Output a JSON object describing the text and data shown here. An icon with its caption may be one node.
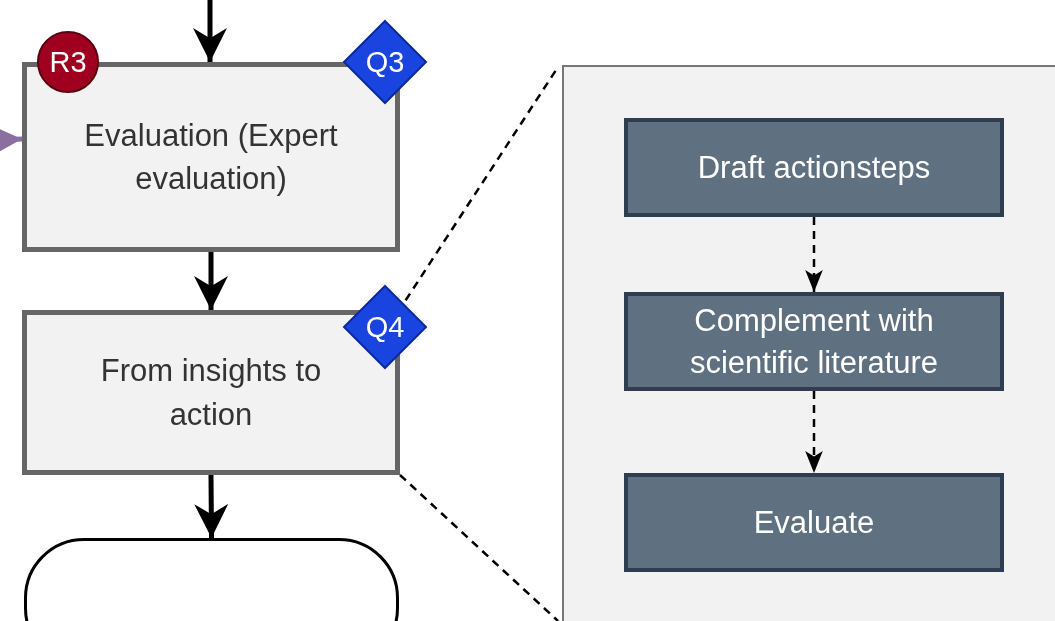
{
  "diagram": {
    "nodes": [
      {
        "text": [
          "R3"
        ]
      },
      {
        "text": [
          "Q3"
        ]
      },
      {
        "text": [
          "Evaluation (Expert evaluation)"
        ]
      },
      {
        "text": [
          "Q4"
        ]
      },
      {
        "text": [
          "From insights to action"
        ]
      },
      {
        "text": [],
        "shape": "terminal"
      },
      {
        "text": [],
        "shape": "box"
      },
      {
        "text": [
          "Draft actionsteps"
        ],
        "in": 6
      },
      {
        "text": [
          "Complement with scientific literature"
        ],
        "in": 6
      },
      {
        "text": [
          "Evaluate"
        ],
        "in": 6
      }
    ],
    "edges": [
      {
        "from": null,
        "to": 2,
        "arrow": "to",
        "style": "thick"
      },
      {
        "from": null,
        "to": 2,
        "arrow": "to",
        "style": "thick",
        "color": "#8a6fa0"
      },
      {
        "from": 2,
        "to": 4,
        "arrow": "to",
        "style": "thick"
      },
      {
        "from": 4,
        "to": 5,
        "arrow": "to",
        "style": "thick"
      },
      {
        "from": 4,
        "to": 6,
        "arrow": "none",
        "style": "dashed"
      },
      {
        "from": 4,
        "to": 6,
        "arrow": "none",
        "style": "dashed"
      },
      {
        "from": 7,
        "to": 8,
        "arrow": "to",
        "style": "dashed"
      },
      {
        "from": 8,
        "to": 9,
        "arrow": "to",
        "style": "dashed"
      }
    ]
  }
}
